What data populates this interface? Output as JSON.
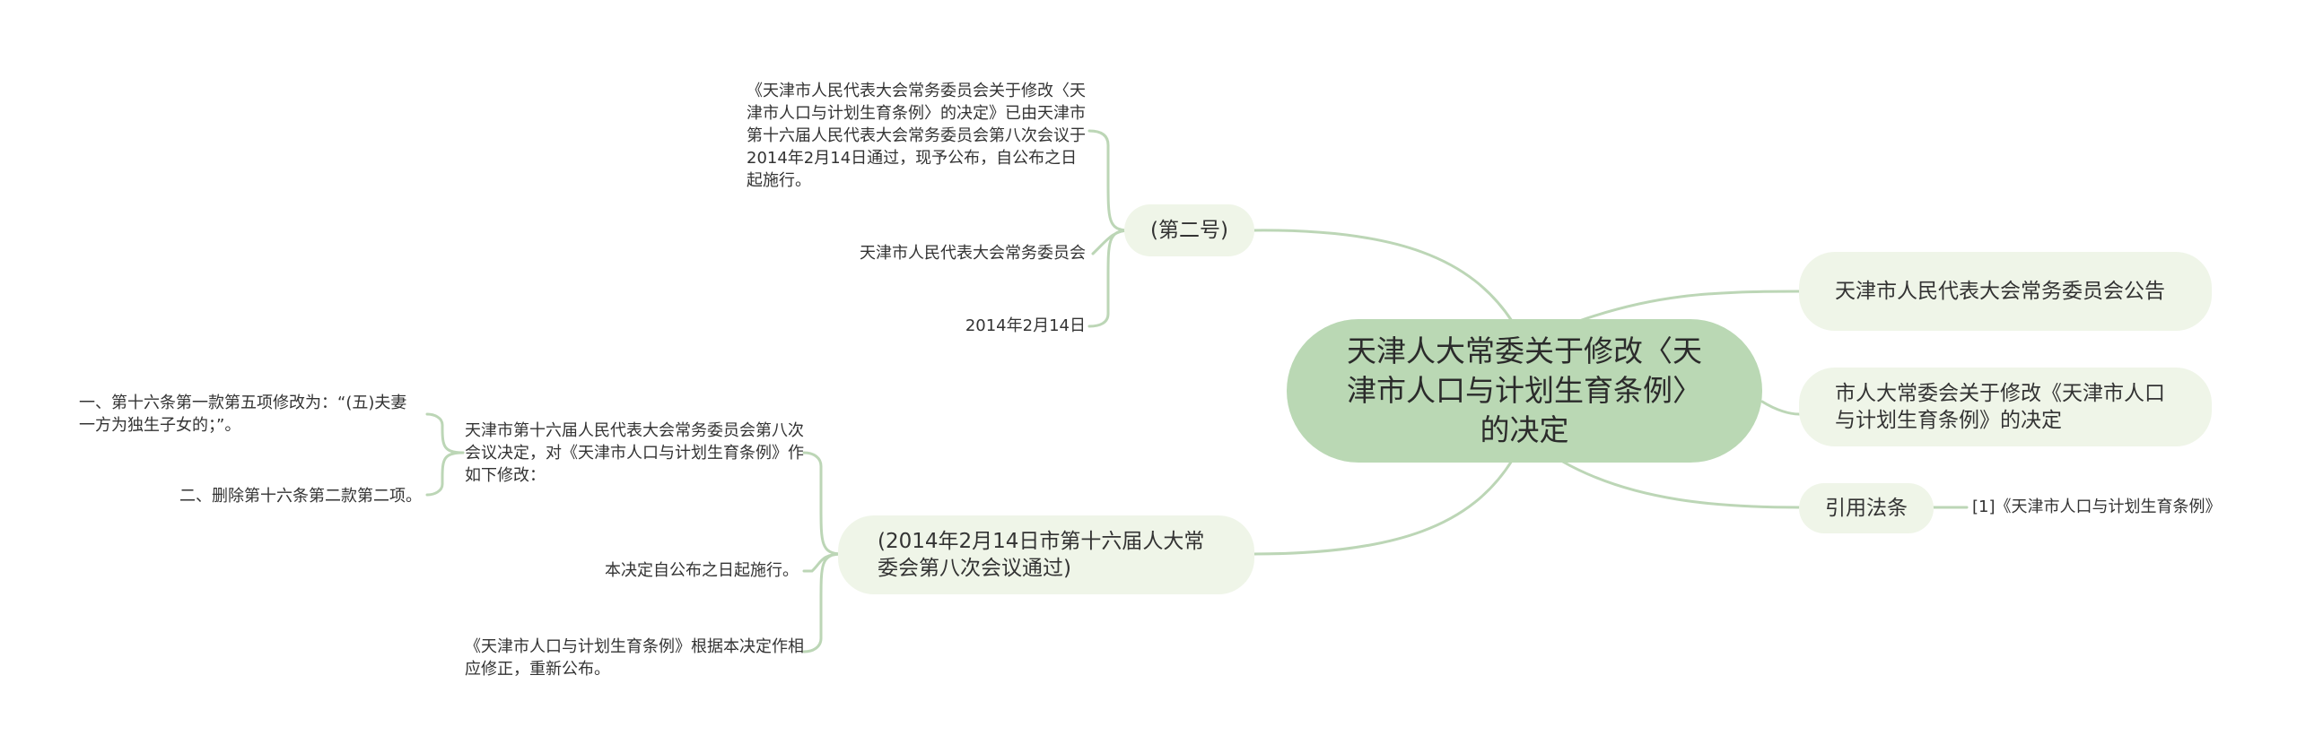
{
  "root": {
    "title": "天津人大常委关于修改〈天津市人口与计划生育条例〉的决定"
  },
  "branches": {
    "no2": {
      "label": "(第二号)",
      "children": [
        "《天津市人民代表大会常务委员会关于修改〈天津市人口与计划生育条例〉的决定》已由天津市第十六届人民代表大会常务委员会第八次会议于2014年2月14日通过，现予公布，自公布之日起施行。",
        "天津市人民代表大会常务委员会",
        "2014年2月14日"
      ]
    },
    "passed": {
      "label": "(2014年2月14日市第十六届人大常委会第八次会议通过)",
      "children": [
        {
          "text": "天津市第十六届人民代表大会常务委员会第八次会议决定，对《天津市人口与计划生育条例》作如下修改：",
          "children": [
            "一、第十六条第一款第五项修改为：“(五)夫妻一方为独生子女的；”。",
            "二、删除第十六条第二款第二项。"
          ]
        },
        {
          "text": "本决定自公布之日起施行。"
        },
        {
          "text": "《天津市人口与计划生育条例》根据本决定作相应修正，重新公布。"
        }
      ]
    },
    "announcement": {
      "label": "天津市人民代表大会常务委员会公告"
    },
    "amend": {
      "label": "市人大常委会关于修改《天津市人口与计划生育条例》的决定"
    },
    "cite": {
      "label": "引用法条",
      "children": [
        "[1]《天津市人口与计划生育条例》"
      ]
    }
  }
}
